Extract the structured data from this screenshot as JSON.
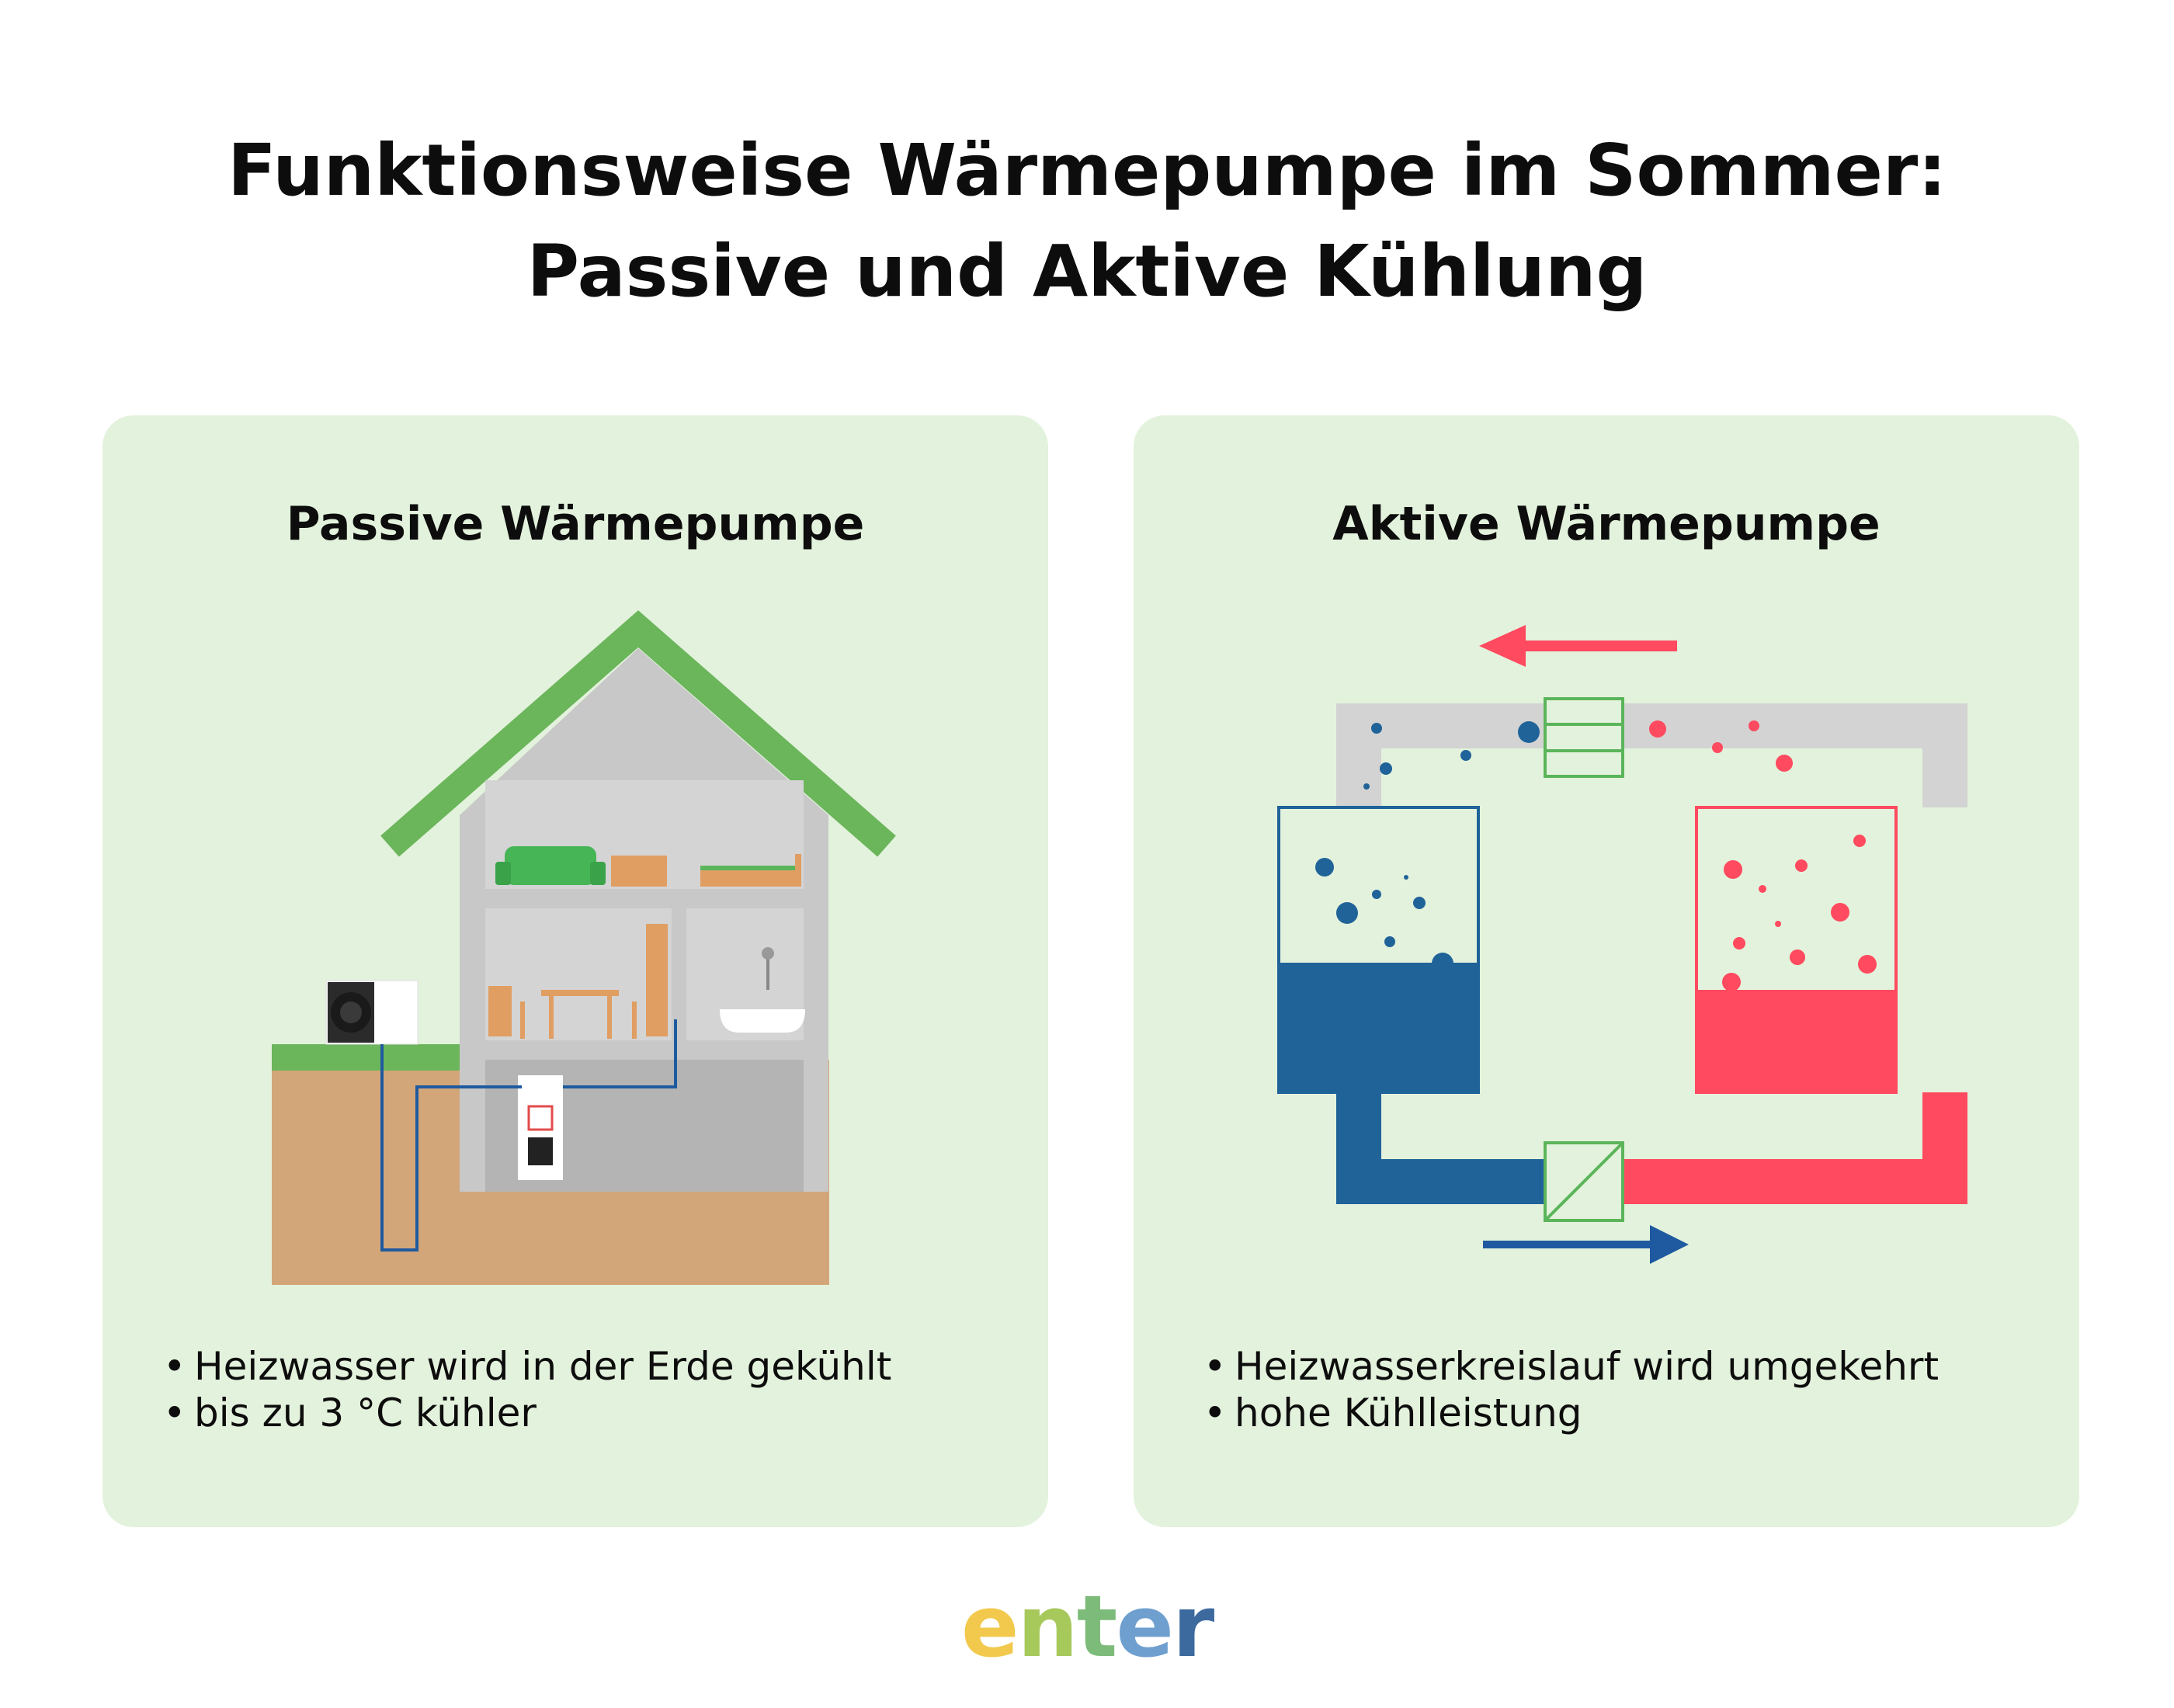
{
  "title": {
    "line1": "Funktionsweise Wärmepumpe im Sommer:",
    "line2": "Passive und Aktive Kühlung"
  },
  "passive": {
    "heading": "Passive Wärmepumpe",
    "bullets": [
      "Heizwasser wird in der Erde gekühlt",
      "bis zu 3 °C kühler"
    ]
  },
  "active": {
    "heading": "Aktive Wärmepumpe",
    "bullets": [
      "Heizwasserkreislauf wird umgekehrt",
      "hohe Kühlleistung"
    ]
  },
  "logo": {
    "text": "enter",
    "letters": [
      "e",
      "n",
      "t",
      "e",
      "r"
    ]
  },
  "colors": {
    "panel_bg": "#e3f2dc",
    "roof_green": "#6bb55b",
    "soil": "#d2a679",
    "grass": "#6bb55b",
    "house_wall": "#c8c8c8",
    "cold_blue": "#1f6399",
    "hot_red": "#ff4a5f",
    "pipe_gray": "#d3d3d3",
    "valve_green": "#5bb55a",
    "logo_gradient": [
      "#f2c94c",
      "#8cc66d",
      "#6e9fcf",
      "#3c6a9e"
    ]
  },
  "icons": {
    "bullet": "•",
    "arrow_top": "arrow-left-icon",
    "arrow_bottom": "arrow-right-icon"
  }
}
